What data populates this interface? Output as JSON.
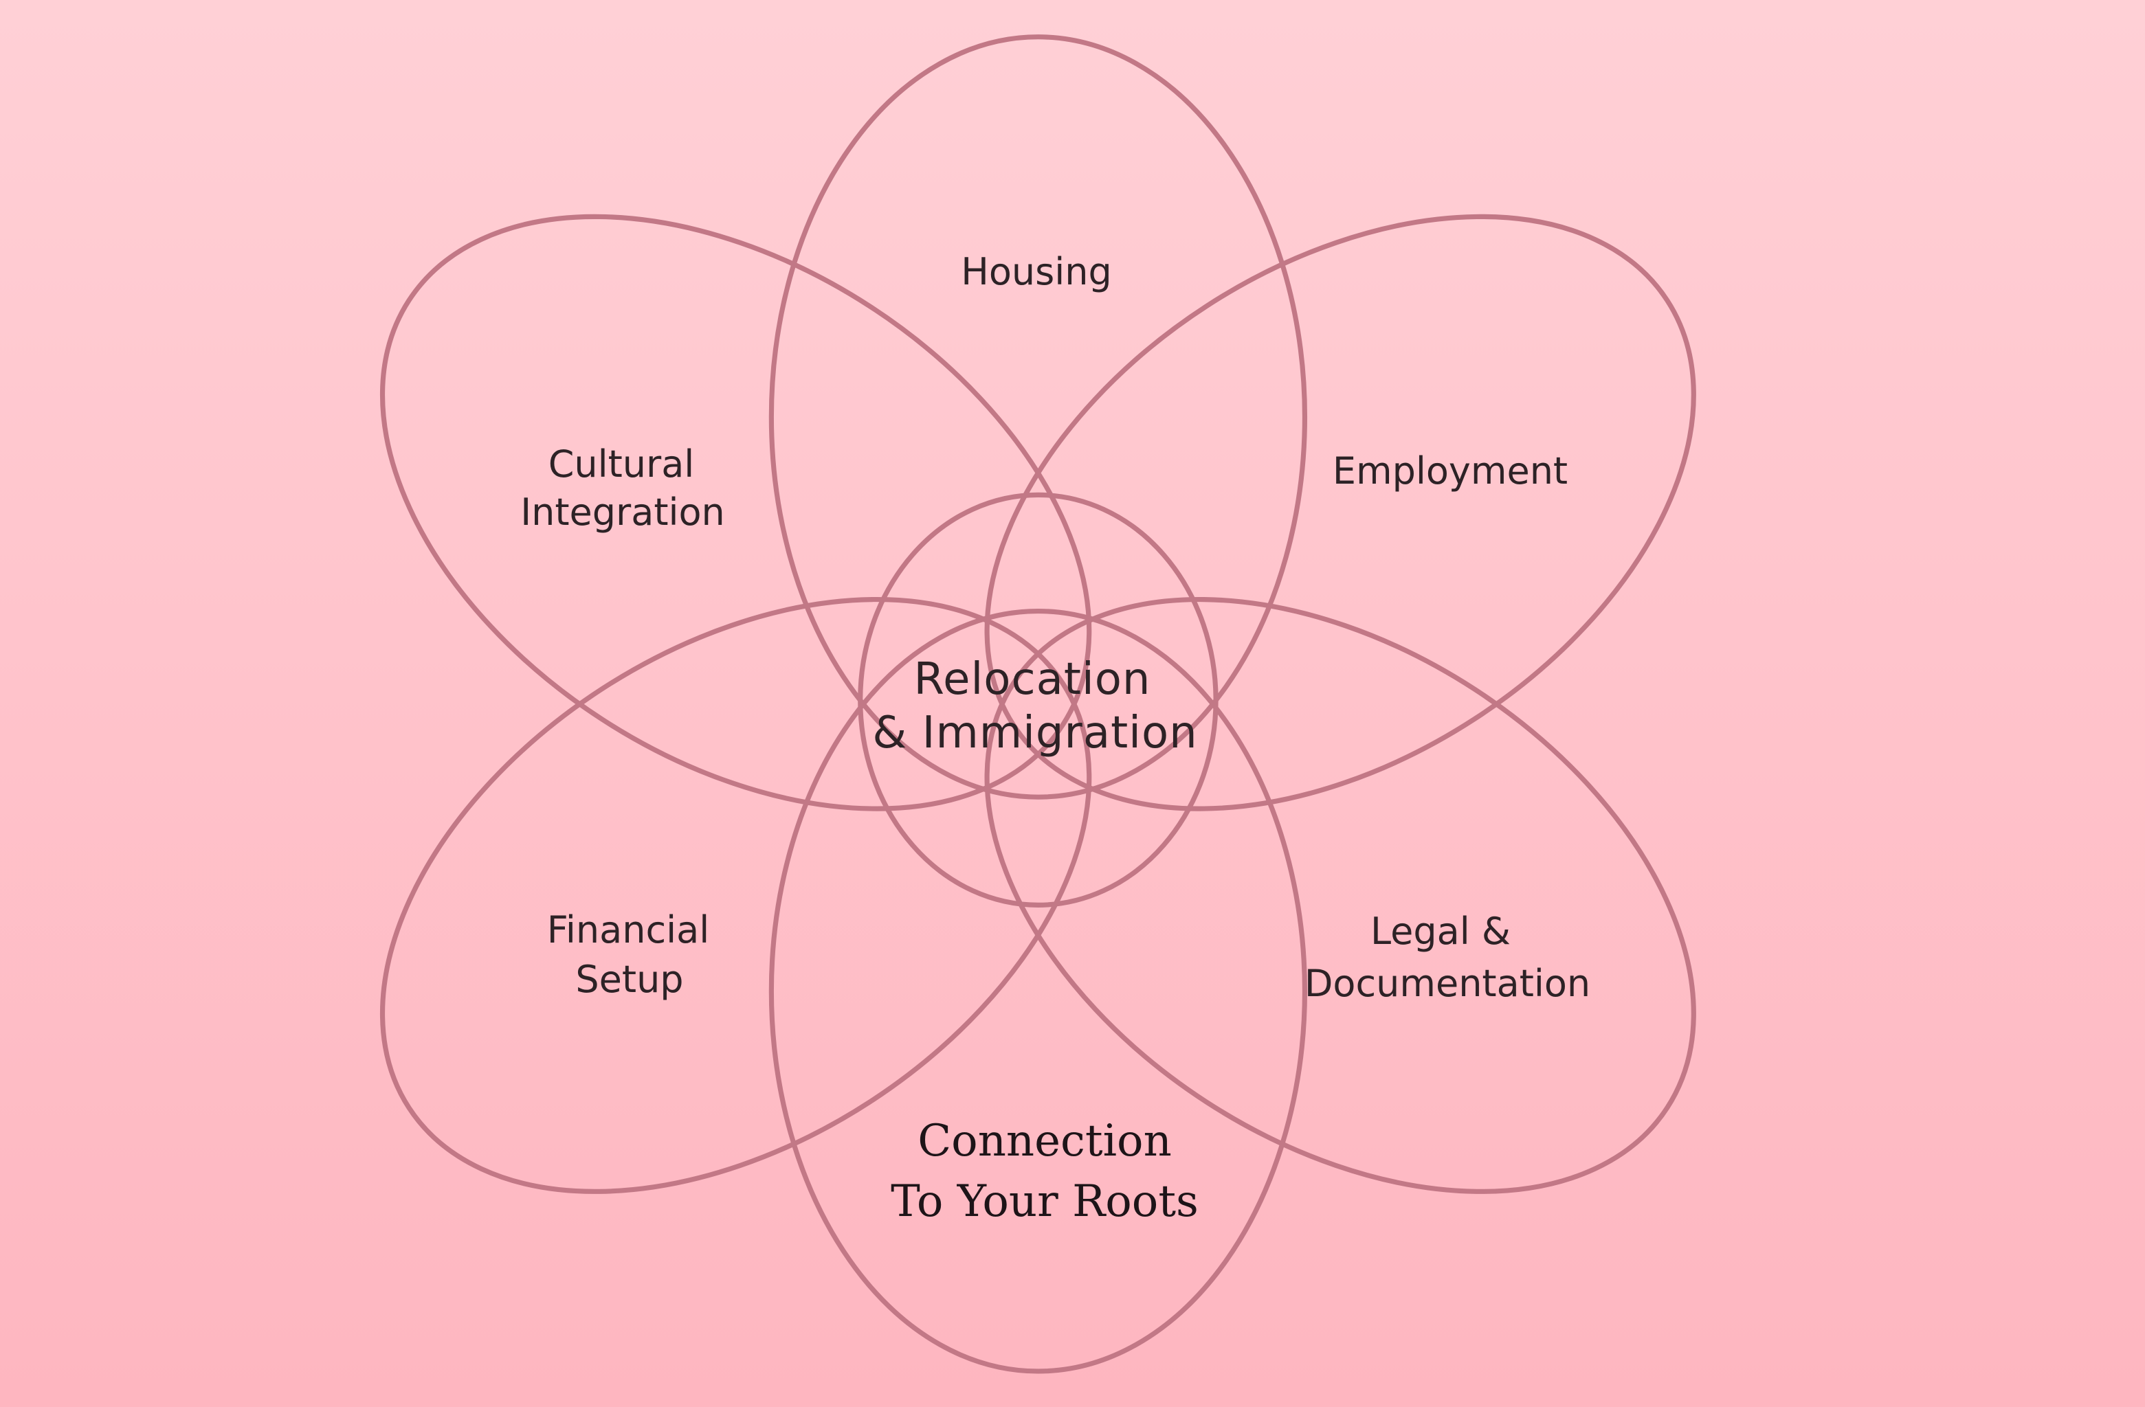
{
  "diagram": {
    "center": {
      "line1": "Relocation",
      "line2": "& Immigration"
    },
    "petals": {
      "housing": {
        "line1": "Housing"
      },
      "employment": {
        "line1": "Employment"
      },
      "legal": {
        "line1": "Legal &",
        "line2": "Documentation"
      },
      "roots": {
        "line1": "Connection",
        "line2": "To Your Roots"
      },
      "financial": {
        "line1": "Financial",
        "line2": "Setup"
      },
      "cultural": {
        "line1": "Cultural",
        "line2": "Integration"
      }
    },
    "colors": {
      "background_top": "#ffd0d6",
      "background_bottom": "#feb6c0",
      "outline": "#c27886",
      "text": "#2d2226"
    }
  }
}
